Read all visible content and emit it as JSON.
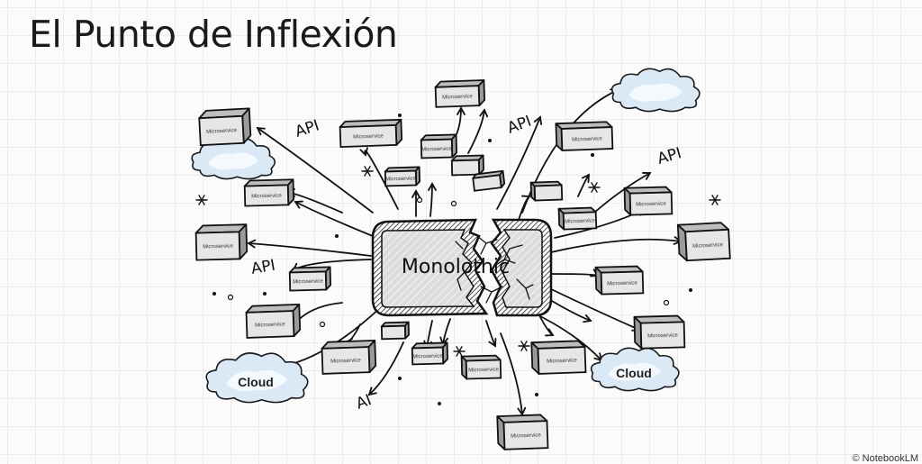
{
  "slide": {
    "title": "El Punto de Inflexión",
    "credit": "© NotebookLM"
  },
  "diagram": {
    "center_label": "Monolothic",
    "box_label": "Microservice",
    "cloud_label": "Cloud",
    "api_label": "API",
    "ai_label": "AI",
    "colors": {
      "ink": "#111111",
      "box_front": "#e6e6e6",
      "box_side": "#9a9a9a",
      "box_top": "#bdbdbd",
      "cloud_fill": "#dbe9f7",
      "cloud_stroke": "#1a1a1a",
      "monolith_fill": "#dcdcdc"
    },
    "labeled_clouds": 2,
    "unlabeled_clouds": 2,
    "api_labels": 4,
    "ai_labels": 1
  }
}
